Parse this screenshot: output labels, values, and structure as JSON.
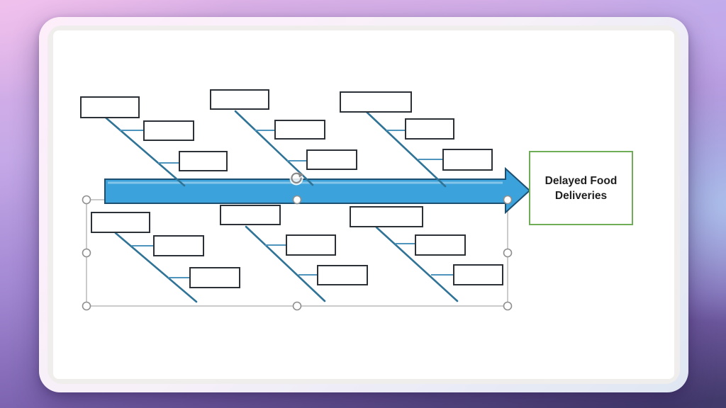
{
  "slide": {
    "background": "#ffffff"
  },
  "diagram": {
    "type": "fishbone",
    "effect": {
      "label": "Delayed Food Deliveries",
      "border_color": "#6FAE57",
      "text_color": "#1F1F1F"
    },
    "spine": {
      "shape": "right-arrow",
      "fill_color": "#3BA2DC",
      "border_color": "#1D4F70"
    },
    "branches": {
      "top_count": 3,
      "bottom_count": 3,
      "causes_per_branch": 2,
      "boxes_empty": true,
      "diagonal_line_color": "#2F7396",
      "connector_line_color": "#4F94BD",
      "box_border_color": "#2B3137",
      "box_fill_color": "#FFFFFF"
    }
  },
  "selection": {
    "target": "bottom-branch-group",
    "outline_color": "#A8A8A8",
    "handles": [
      "top-left",
      "top-center",
      "top-right",
      "middle-left",
      "middle-right",
      "bottom-left",
      "bottom-center",
      "bottom-right"
    ],
    "rotate_handle_icon": "rotate-arrow-icon"
  }
}
